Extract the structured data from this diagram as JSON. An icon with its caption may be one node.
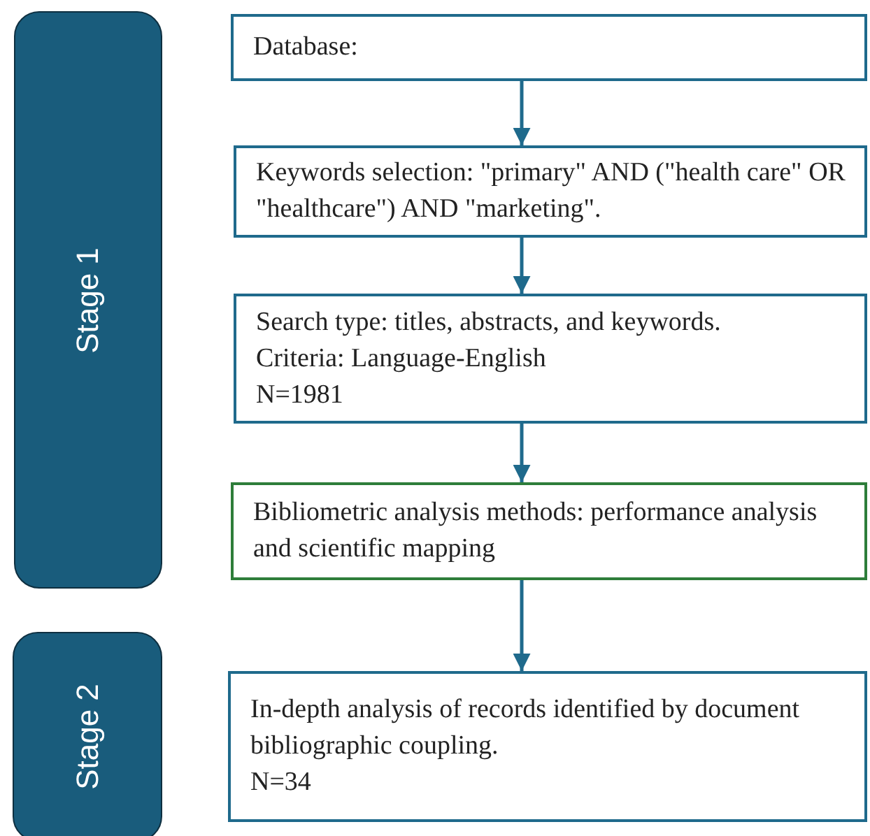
{
  "diagram": {
    "nodes": [
      {
        "text": [
          "Stage 1"
        ]
      },
      {
        "text": [
          "Database:"
        ]
      },
      {
        "text": [
          "Keywords selection: \"primary\" AND (\"health care\" OR \"healthcare\") AND \"marketing\"."
        ]
      },
      {
        "text": [
          "Search type: titles, abstracts, and keywords.",
          "Criteria: Language-English",
          "N=1981"
        ]
      },
      {
        "text": [
          "Bibliometric analysis methods: performance analysis and scientific mapping"
        ]
      },
      {
        "text": [
          "Stage 2"
        ]
      },
      {
        "text": [
          "In-depth analysis of records identified by document bibliographic coupling.",
          "N=34"
        ]
      }
    ],
    "edges": [
      {
        "from": 1,
        "to": 2,
        "arrow": "to"
      },
      {
        "from": 2,
        "to": 3,
        "arrow": "to"
      },
      {
        "from": 3,
        "to": 4,
        "arrow": "to"
      },
      {
        "from": 4,
        "to": 6,
        "arrow": "to"
      }
    ]
  }
}
